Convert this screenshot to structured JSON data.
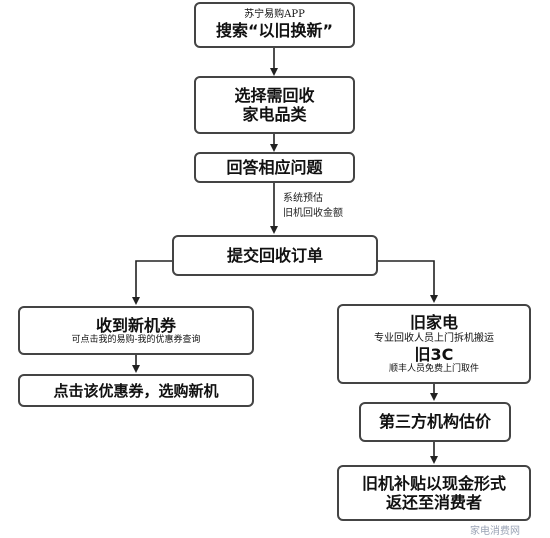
{
  "nodes": {
    "app_search": {
      "line1": "苏宁易购APP",
      "line2": "搜索“以旧换新”"
    },
    "select_category": {
      "line1": "选择需回收",
      "line2": "家电品类"
    },
    "answer_questions": {
      "label": "回答相应问题"
    },
    "system_estimate": {
      "line1": "系统预估",
      "line2": "旧机回收金额"
    },
    "submit_order": {
      "label": "提交回收订单"
    },
    "receive_coupon": {
      "title": "收到新机券",
      "note": "可点击我的易购-我的优惠券查询"
    },
    "click_coupon": {
      "label": "点击该优惠券，选购新机"
    },
    "old_appliance": {
      "title1": "旧家电",
      "note1": "专业回收人员上门拆机搬运",
      "title2": "旧3C",
      "note2": "顺丰人员免费上门取件"
    },
    "third_party": {
      "label": "第三方机构估价"
    },
    "cash_subsidy": {
      "line1": "旧机补贴以现金形式",
      "line2": "返还至消费者"
    }
  },
  "watermark": "家电消费网"
}
